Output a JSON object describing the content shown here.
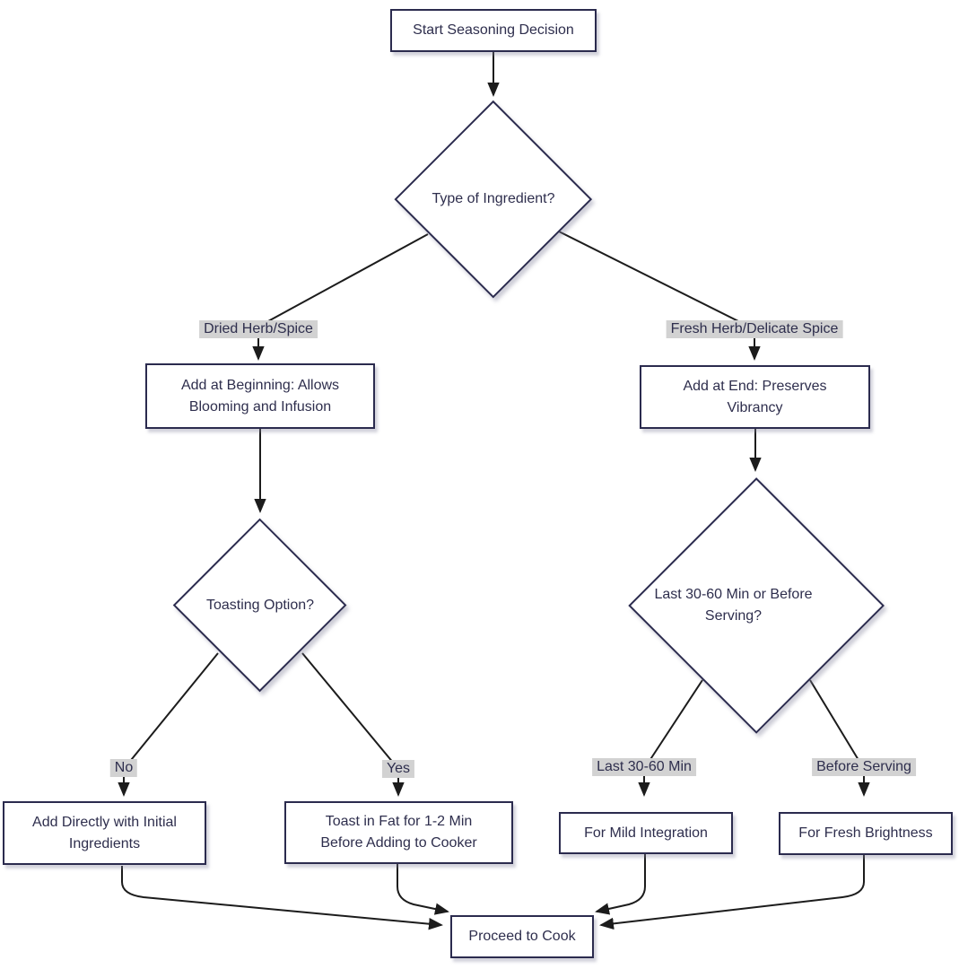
{
  "diagram": {
    "type": "flowchart",
    "nodes": {
      "start": {
        "label": "Start Seasoning Decision",
        "shape": "rect"
      },
      "type_q": {
        "label": "Type of Ingredient?",
        "shape": "diamond"
      },
      "add_beginning": {
        "label": "Add at Beginning: Allows Blooming and Infusion",
        "shape": "rect"
      },
      "add_end": {
        "label": "Add at End: Preserves Vibrancy",
        "shape": "rect"
      },
      "toasting_q": {
        "label": "Toasting Option?",
        "shape": "diamond"
      },
      "timing_q": {
        "label": "Last 30-60 Min or Before Serving?",
        "shape": "diamond"
      },
      "add_directly": {
        "label": "Add Directly with Initial Ingredients",
        "shape": "rect"
      },
      "toast_fat": {
        "label": "Toast in Fat for 1-2 Min Before Adding to Cooker",
        "shape": "rect"
      },
      "mild": {
        "label": "For Mild Integration",
        "shape": "rect"
      },
      "fresh": {
        "label": "For Fresh Brightness",
        "shape": "rect"
      },
      "proceed": {
        "label": "Proceed to Cook",
        "shape": "rect"
      }
    },
    "edge_labels": {
      "dried": "Dried Herb/Spice",
      "fresh_delicate": "Fresh Herb/Delicate Spice",
      "no": "No",
      "yes": "Yes",
      "last_30_60": "Last 30-60 Min",
      "before_serving": "Before Serving"
    },
    "edges": [
      {
        "from": "start",
        "to": "type_q",
        "label": ""
      },
      {
        "from": "type_q",
        "to": "add_beginning",
        "label": "Dried Herb/Spice"
      },
      {
        "from": "type_q",
        "to": "add_end",
        "label": "Fresh Herb/Delicate Spice"
      },
      {
        "from": "add_beginning",
        "to": "toasting_q",
        "label": ""
      },
      {
        "from": "add_end",
        "to": "timing_q",
        "label": ""
      },
      {
        "from": "toasting_q",
        "to": "add_directly",
        "label": "No"
      },
      {
        "from": "toasting_q",
        "to": "toast_fat",
        "label": "Yes"
      },
      {
        "from": "timing_q",
        "to": "mild",
        "label": "Last 30-60 Min"
      },
      {
        "from": "timing_q",
        "to": "fresh",
        "label": "Before Serving"
      },
      {
        "from": "add_directly",
        "to": "proceed",
        "label": ""
      },
      {
        "from": "toast_fat",
        "to": "proceed",
        "label": ""
      },
      {
        "from": "mild",
        "to": "proceed",
        "label": ""
      },
      {
        "from": "fresh",
        "to": "proceed",
        "label": ""
      }
    ],
    "colors": {
      "node_border": "#2b2b4e",
      "node_fill": "#ffffff",
      "text": "#2e2e4d",
      "edge": "#1c1c1c",
      "label_bg": "#d2d2d2"
    }
  }
}
